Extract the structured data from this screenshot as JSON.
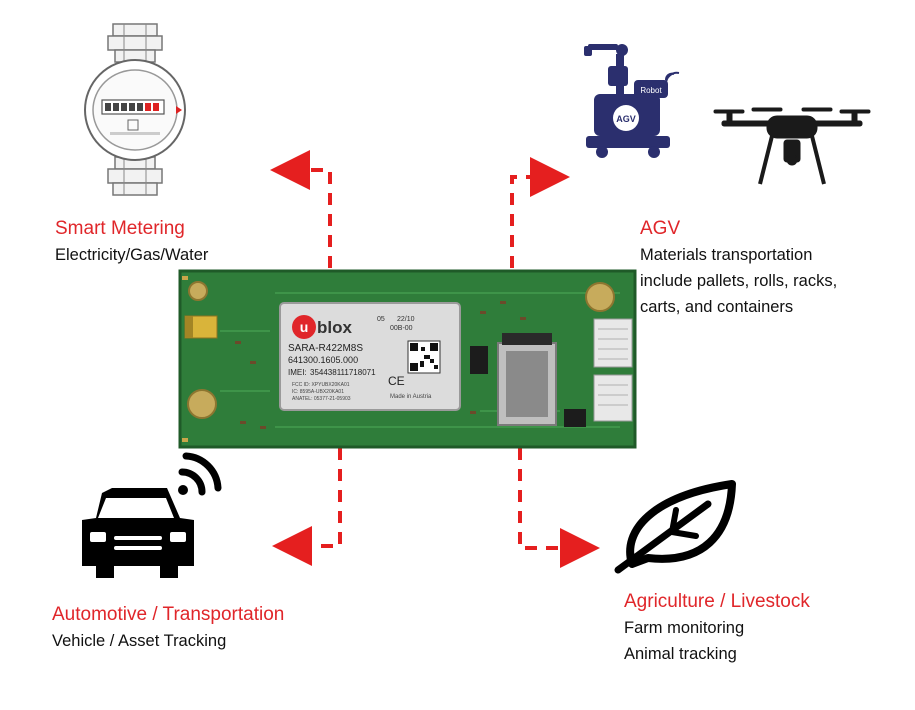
{
  "colors": {
    "accent": "#e0262a",
    "arrow": "#e51f1f",
    "pcb": "#2f7d3a",
    "text": "#111111"
  },
  "module": {
    "brand": "blox",
    "brand_prefix": "u",
    "model": "SARA-R422M8S",
    "part_number": "641300.1605.000",
    "imei_label": "IMEI:",
    "imei": "354438111718071",
    "code1": "05",
    "code2": "22/10",
    "code3": "00B-00",
    "fcc": "FCC ID: XPYUBX20KA01",
    "ic": "IC: 8595A-UBX20KA01",
    "anatel": "ANATEL: 05377-21-05903",
    "made_in": "Made in Austria",
    "ce": "CE"
  },
  "segments": [
    {
      "id": "smart-metering",
      "icon": "water-meter-icon",
      "title": "Smart Metering",
      "lines": [
        "Electricity/Gas/Water"
      ]
    },
    {
      "id": "agv",
      "icon": "agv-robot-icon",
      "title": "AGV",
      "lines": [
        "Materials transportation",
        "include pallets, rolls, racks,",
        "carts, and containers"
      ]
    },
    {
      "id": "automotive",
      "icon": "car-wireless-icon",
      "title": "Automotive / Transportation",
      "lines": [
        "Vehicle / Asset Tracking"
      ]
    },
    {
      "id": "agriculture",
      "icon": "leaf-icon",
      "title": "Agriculture / Livestock",
      "lines": [
        "Farm monitoring",
        "Animal tracking"
      ]
    }
  ],
  "agv_badge": "Robot",
  "agv_body": "AGV"
}
